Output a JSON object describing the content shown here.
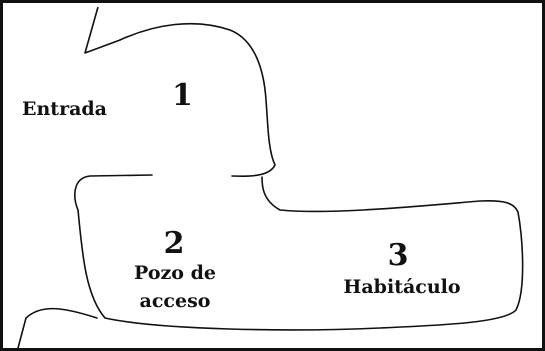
{
  "colors": {
    "stroke": "#111111",
    "background": "#ffffff"
  },
  "regions": {
    "entrance": {
      "label": "Entrada"
    },
    "room1": {
      "number": "1"
    },
    "room2": {
      "number": "2",
      "name_line1": "Pozo de",
      "name_line2": "acceso"
    },
    "room3": {
      "number": "3",
      "name": "Habitáculo"
    }
  }
}
